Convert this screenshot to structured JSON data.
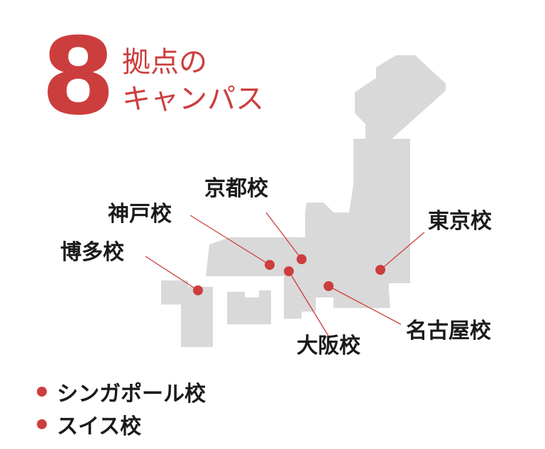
{
  "header": {
    "count": "8",
    "line1": "拠点の",
    "line2": "キャンパス"
  },
  "colors": {
    "accent": "#cc3e3d",
    "land": "#d9d9d9",
    "text": "#1a1a1a"
  },
  "campuses": {
    "kyoto": "京都校",
    "kobe": "神戸校",
    "tokyo": "東京校",
    "hakata": "博多校",
    "nagoya": "名古屋校",
    "osaka": "大阪校"
  },
  "overseas": [
    {
      "label": "シンガポール校"
    },
    {
      "label": "スイス校"
    }
  ]
}
